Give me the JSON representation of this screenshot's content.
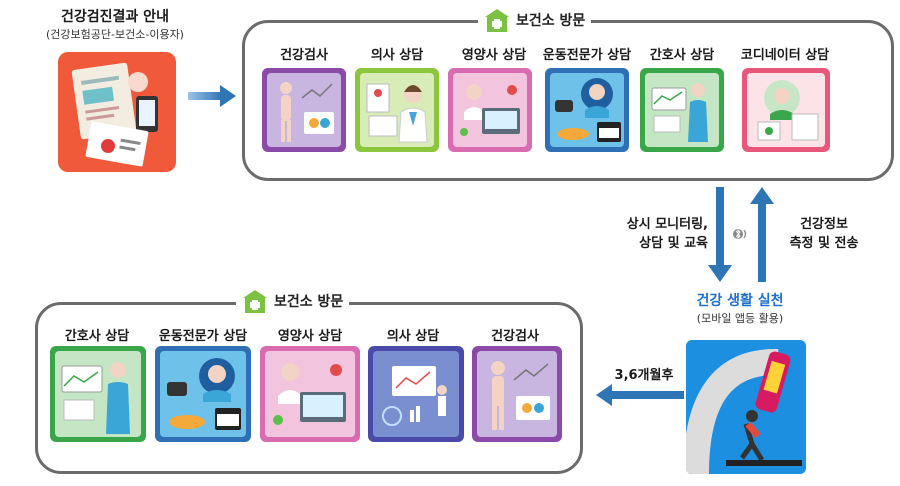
{
  "intro": {
    "title": "건강검진결과 안내",
    "subtitle": "(건강보험공단-보건소-이용자)"
  },
  "top_panel": {
    "visit_label": "보건소 방문",
    "cards": [
      {
        "label": "건강검사",
        "color": "#8b4aa8",
        "icon": "body-scan-icon"
      },
      {
        "label": "의사 상담",
        "color": "#8cc63f",
        "icon": "doctor-icon"
      },
      {
        "label": "영양사 상담",
        "color": "#d96bb0",
        "icon": "nutritionist-icon"
      },
      {
        "label": "운동전문가 상담",
        "color": "#2f6fb5",
        "icon": "trainer-icon"
      },
      {
        "label": "간호사 상담",
        "color": "#3aa64a",
        "icon": "nurse-icon"
      },
      {
        "label": "코디네이터 상담",
        "color": "#e8577a",
        "icon": "coordinator-icon"
      }
    ]
  },
  "flow": {
    "down_label_line1": "상시 모니터링,",
    "down_label_line2": "상담 및 교육",
    "up_label_line1": "건강정보",
    "up_label_line2": "측정 및 전송",
    "practice_title": "건강 생활 실천",
    "practice_sub": "(모바일 앱등 활용)",
    "followup_label": "3,6개월후"
  },
  "bottom_panel": {
    "visit_label": "보건소 방문",
    "cards": [
      {
        "label": "간호사 상담",
        "color": "#3aa64a",
        "icon": "nurse-icon"
      },
      {
        "label": "운동전문가 상담",
        "color": "#2f6fb5",
        "icon": "trainer-icon"
      },
      {
        "label": "영양사 상담",
        "color": "#d96bb0",
        "icon": "nutritionist-icon"
      },
      {
        "label": "의사 상담",
        "color": "#4a4aa8",
        "icon": "doctor-icon"
      },
      {
        "label": "건강검사",
        "color": "#8b4aa8",
        "icon": "body-scan-icon"
      }
    ]
  },
  "colors": {
    "panel_border": "#6b6b6b",
    "arrow": "#2e75b6",
    "practice_title": "#1f6fd0",
    "intro_card": "#f05a3a",
    "hospital_icon": "#7cc242"
  }
}
